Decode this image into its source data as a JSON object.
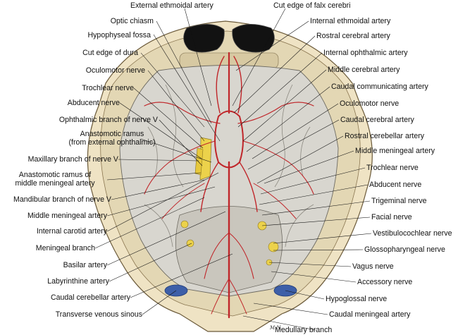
{
  "labels": {
    "top": {
      "external_ethmoidal_artery": "External ethmoidal artery",
      "cut_edge_falx": "Cut edge of falx cerebri"
    },
    "left": [
      "Optic chiasm",
      "Hypophyseal fossa",
      "Cut edge of dura",
      "Oculomotor nerve",
      "Trochlear nerve",
      "Abducent nerve",
      "Ophthalmic branch of nerve V",
      "Anastomotic ramus",
      "(from external ophthalmic)",
      "Maxillary branch of nerve V",
      "Anastomotic ramus of",
      "middle meningeal artery",
      "Mandibular branch of nerve V",
      "Middle meningeal artery",
      "Internal carotid artery",
      "Meningeal branch",
      "Basilar artery",
      "Labyrinthine artery",
      "Caudal cerebellar artery",
      "Transverse venous sinous"
    ],
    "right": [
      "Internal ethmoidal artery",
      "Rostral cerebral artery",
      "Internal ophthalmic artery",
      "Middle cerebral artery",
      "Caudal communicating artery",
      "Oculomotor nerve",
      "Caudal cerebral artery",
      "Rostral cerebellar artery",
      "Middle meningeal artery",
      "Trochlear nerve",
      "Abducent nerve",
      "Trigeminal nerve",
      "Facial nerve",
      "Vestibulocochlear nerve",
      "Glossopharyngeal nerve",
      "Vagus nerve",
      "Accessory nerve",
      "Hypoglossal nerve",
      "Caudal meningeal artery"
    ],
    "bottom": {
      "medullary_branch": "Medullary branch"
    }
  },
  "signature": "M.N."
}
